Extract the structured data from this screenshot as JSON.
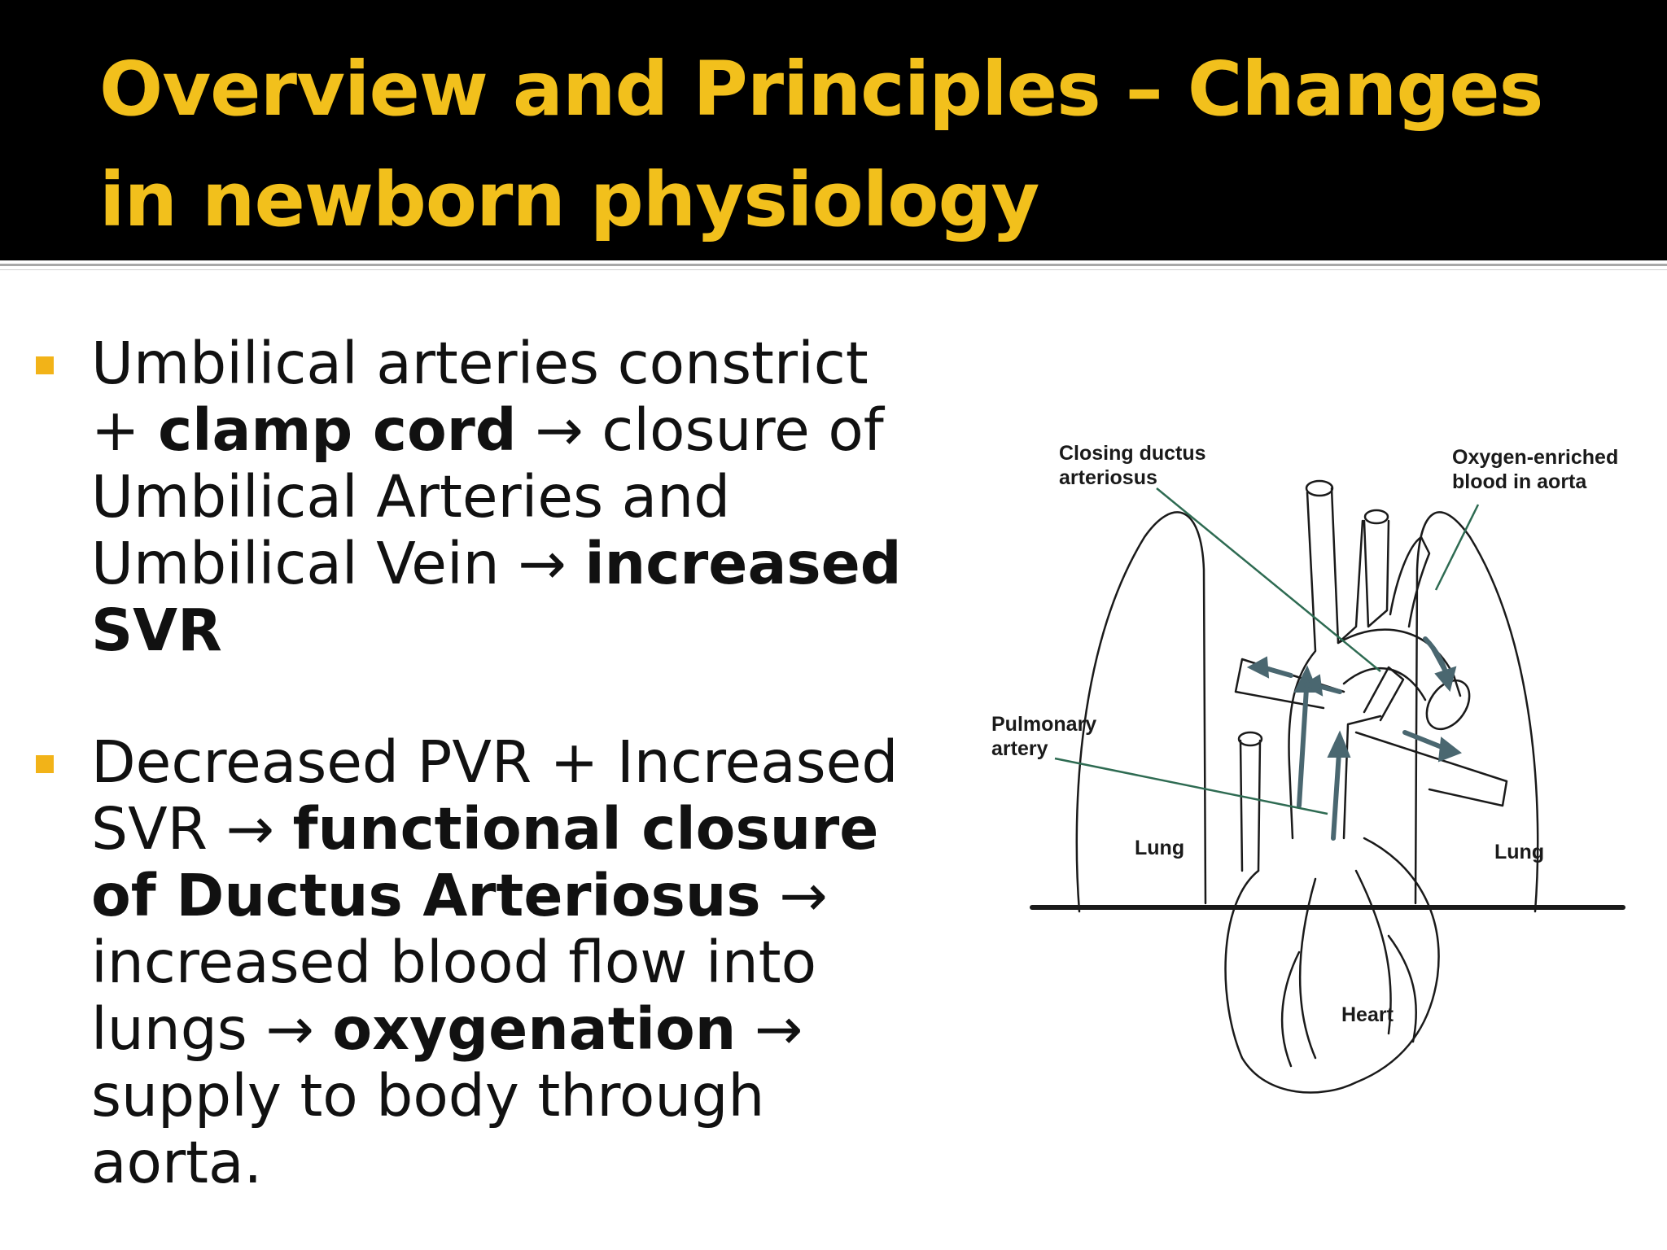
{
  "slide": {
    "title_line_1": "Overview and Principles – Changes",
    "title_line_2": "in newborn physiology",
    "accent_color": "#f2c01c",
    "bullet_color": "#f2b318"
  },
  "bullets": [
    {
      "p1": "Umbilical arteries constrict + ",
      "b1": "clamp cord",
      "p2": " → closure of Umbilical Arteries and Umbilical Vein → ",
      "b2": "increased SVR",
      "p3": ""
    },
    {
      "p1": "Decreased PVR + Increased SVR  → ",
      "b1": "functional closure of Ductus Arteriosus",
      "p2": " → increased blood flow into lungs → ",
      "b2": "oxygenation",
      "p3": " → supply to body through aorta."
    }
  ],
  "diagram": {
    "label_ductus_1": "Closing ductus",
    "label_ductus_2": "arteriosus",
    "label_oxygen_1": "Oxygen-enriched",
    "label_oxygen_2": "blood in aorta",
    "label_pulmonary_1": "Pulmonary",
    "label_pulmonary_2": "artery",
    "label_lung_left": "Lung",
    "label_lung_right": "Lung",
    "label_heart": "Heart"
  }
}
